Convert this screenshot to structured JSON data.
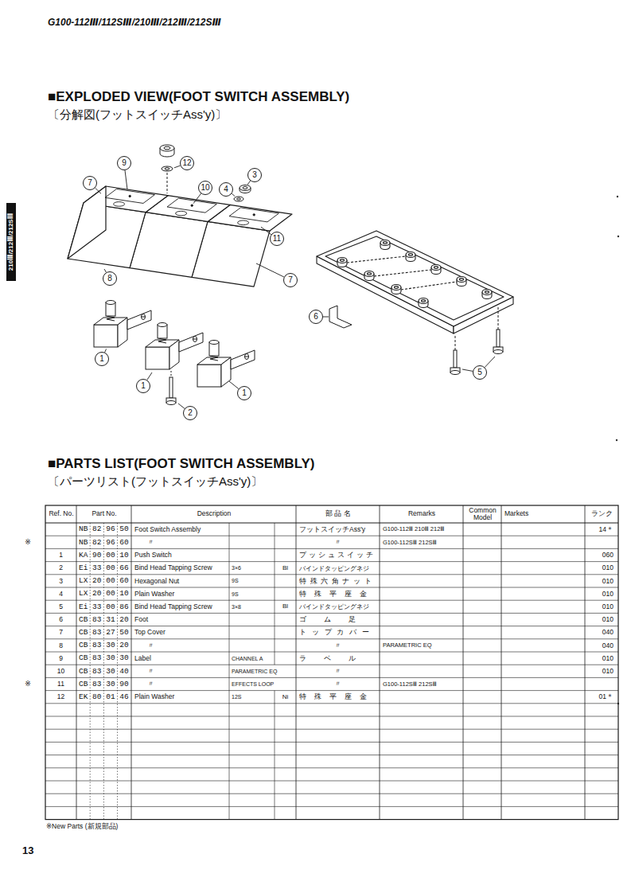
{
  "diagram": {
    "title": "G100-112Ⅲ/112SⅢ/210Ⅲ/212Ⅲ/212SⅢ",
    "nodes": [
      {
        "text": [
          "210Ⅲ/212Ⅲ/212SⅢ"
        ]
      },
      {
        "text": [
          "9"
        ]
      },
      {
        "text": [
          "12"
        ]
      },
      {
        "text": [
          "7"
        ]
      },
      {
        "text": [
          "3"
        ]
      },
      {
        "text": [
          "4"
        ]
      },
      {
        "text": [
          "10"
        ]
      },
      {
        "text": [
          "11"
        ]
      },
      {
        "text": [
          "8"
        ]
      },
      {
        "text": [
          "7"
        ]
      },
      {
        "text": [
          "6"
        ]
      },
      {
        "text": [
          "1"
        ]
      },
      {
        "text": [
          "1"
        ]
      },
      {
        "text": [
          "1"
        ]
      },
      {
        "text": [
          "2"
        ]
      },
      {
        "text": [
          "5"
        ]
      }
    ],
    "labels": [
      "■EXPLODED VIEW(FOOT SWITCH ASSEMBLY)",
      "〔分解図(フットスイッチAss'y)〕",
      "■PARTS LIST(FOOT SWITCH ASSEMBLY)",
      "〔パーツリスト(フットスイッチAss'y)〕",
      "Ref. No.",
      "Part No.",
      "Description",
      "部 品 名",
      "Remarks",
      "Common Model",
      "Markets",
      "ランク",
      "NB 82 96 50",
      "Foot Switch Assembly",
      "フットスイッチAss'y",
      "G100-112Ⅲ 210Ⅲ 212Ⅲ",
      "14＊",
      "※",
      "NB 82 96 60",
      "〃",
      "〃",
      "G100-112SⅢ 212SⅢ",
      "1",
      "KA 90 00 10",
      "Push Switch",
      "プッシュスイッチ",
      "060",
      "2",
      "Ei 33 00 66",
      "Bind Head Tapping Screw",
      "3×6",
      "Bl",
      "バインドタッピングネジ",
      "010",
      "3",
      "LX 20 00 60",
      "Hexagonal Nut",
      "9S",
      "特殊六角ナット",
      "010",
      "4",
      "LX 20 00 10",
      "Plain Washer",
      "9S",
      "特殊平座金",
      "010",
      "5",
      "Ei 33 00 86",
      "Bind Head Tapping Screw",
      "3×8",
      "Bl",
      "バインドタッピングネジ",
      "010",
      "6",
      "CB 83 31 20",
      "Foot",
      "ゴム足",
      "010",
      "7",
      "CB 83 27 50",
      "Top Cover",
      "トップカバー",
      "040",
      "8",
      "CB 83 30 20",
      "〃",
      "〃",
      "PARAMETRIC EQ",
      "040",
      "9",
      "CB 83 30 30",
      "Label",
      "CHANNEL A",
      "ラベル",
      "010",
      "10",
      "CB 83 30 40",
      "〃",
      "PARAMETRIC EQ",
      "〃",
      "010",
      "※",
      "11",
      "CB 83 30 90",
      "〃",
      "EFFECTS LOOP",
      "〃",
      "G100-112SⅢ 212SⅢ",
      "12",
      "EK 80 01 46",
      "Plain Washer",
      "12S",
      "Ni",
      "特殊平座金",
      "01＊",
      "※New Parts (新規部品)",
      "13"
    ]
  }
}
